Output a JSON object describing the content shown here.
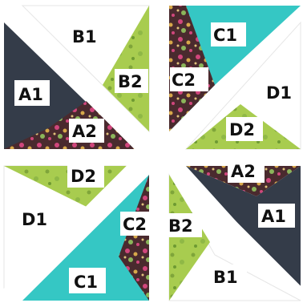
{
  "colors": {
    "navy": "#343c49",
    "teal": "#35c7c4",
    "lime": "#a8cc4f",
    "white": "#ffffff",
    "floral_dark": "#4a2a2e",
    "floral_pink": "#d0467c",
    "floral_gold": "#d7a84a",
    "floral_green": "#8bb55a",
    "cut_line": "#ffffff"
  },
  "blocks": {
    "top_left": {
      "upper_piece": "B1",
      "small_piece": "B2",
      "big_piece": "A1",
      "strip_piece": "A2"
    },
    "top_right": {
      "big_piece": "C1",
      "strip_piece": "C2",
      "white_piece": "D1",
      "lime_piece": "D2"
    },
    "bottom_left": {
      "lime_piece": "D2",
      "white_piece": "D1",
      "strip_piece": "C2",
      "big_piece": "C1"
    },
    "bottom_right": {
      "strip_piece": "A2",
      "big_piece": "A1",
      "small_piece": "B2",
      "lower_piece": "B1"
    }
  }
}
